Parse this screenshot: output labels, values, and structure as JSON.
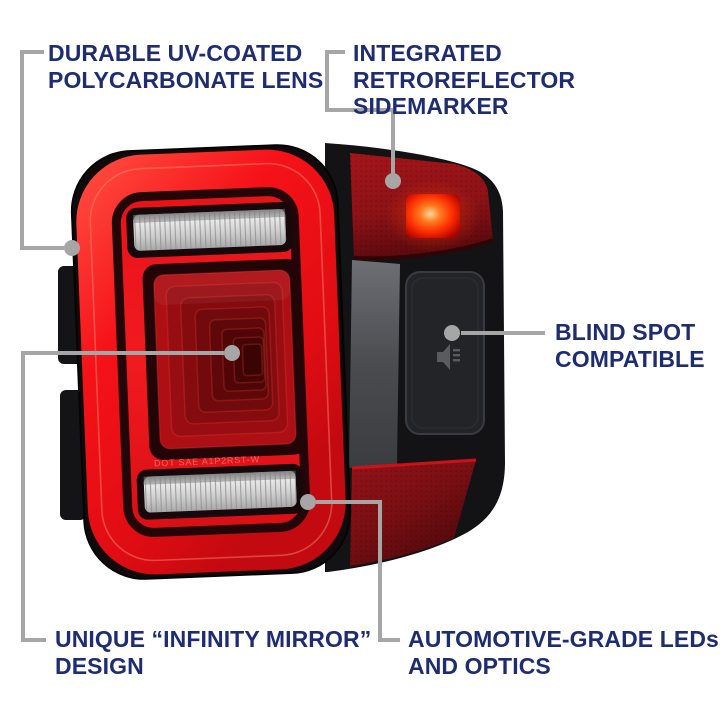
{
  "colors": {
    "background": "#ffffff",
    "label_text": "#1e2d72",
    "callout_line": "#a6a6a6",
    "ring_red": "#ee1218",
    "glow_red": "#ff3a30",
    "deep_red": "#7c1014",
    "lamp_orange": "#ff4a00",
    "housing_black": "#131315",
    "strip_silver": "#d6d6d6"
  },
  "product": {
    "name": "LED tail light with infinity mirror",
    "lens_marking": "DOT SAE A1P2RST-W"
  },
  "icons": {
    "blind_spot_sensor": "speaker-waves"
  },
  "callouts": [
    {
      "id": "lens",
      "label": "DURABLE UV-COATED\nPOLYCARBONATE LENS"
    },
    {
      "id": "sidemarker",
      "label": "INTEGRATED RETROREFLECTOR\nSIDEMARKER"
    },
    {
      "id": "blind-spot",
      "label": "BLIND SPOT\nCOMPATIBLE"
    },
    {
      "id": "infinity-mirror",
      "label": "UNIQUE “INFINITY MIRROR”\nDESIGN"
    },
    {
      "id": "leds",
      "label": "AUTOMOTIVE-GRADE LEDs\nAND OPTICS"
    }
  ]
}
